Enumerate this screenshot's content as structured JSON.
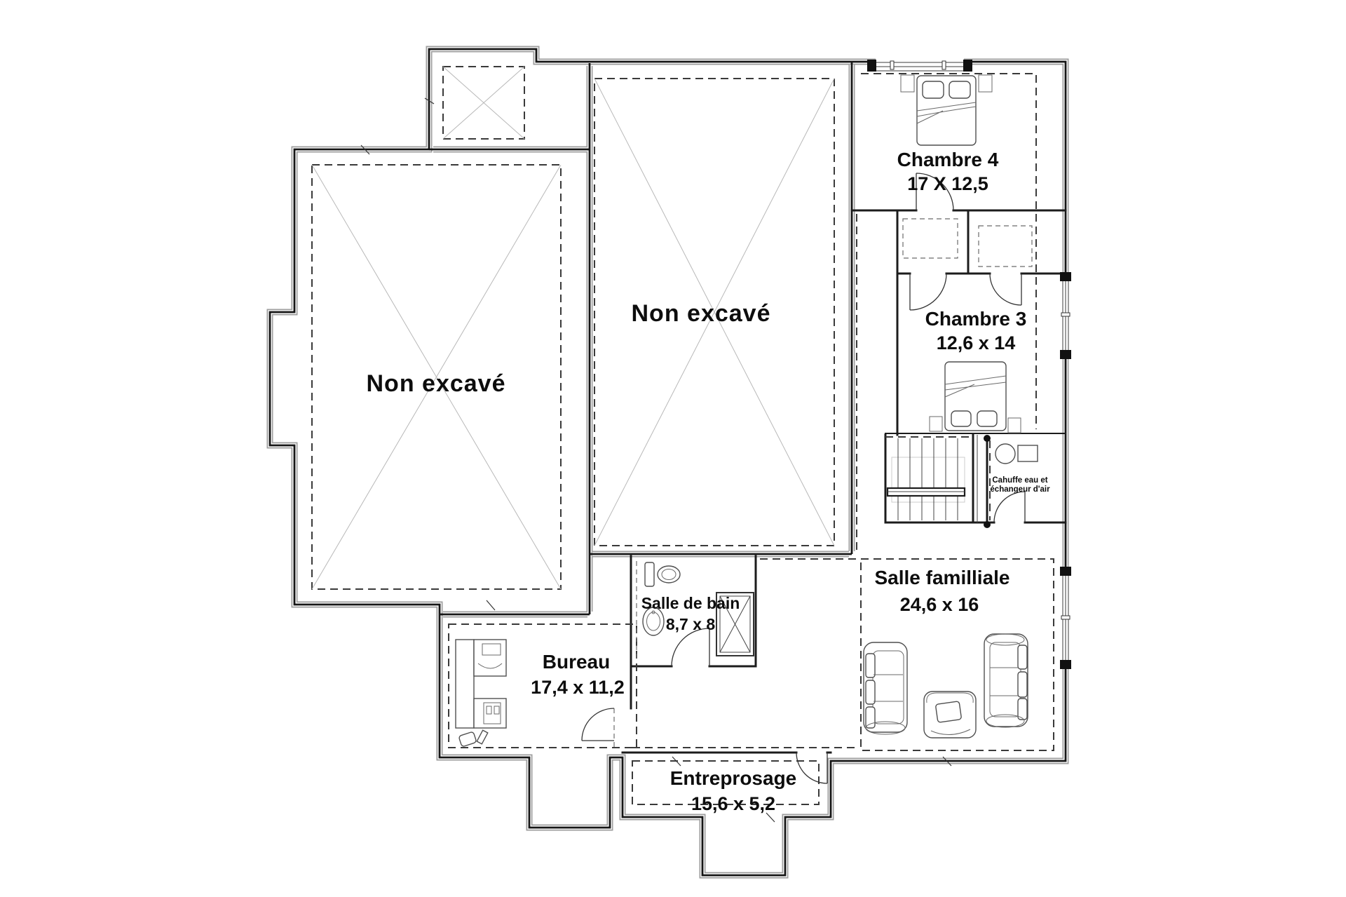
{
  "plan": {
    "colors": {
      "background": "#ffffff",
      "wall": "#1c1c1c",
      "dash": "#3a3a3a",
      "cross": "#b8b8b8",
      "footing": "#9e9e9e",
      "furniture": "#4f4f4f",
      "text": "#0d0d0d"
    },
    "areas": {
      "non_excave_left": {
        "label": "Non excavé"
      },
      "non_excave_middle": {
        "label": "Non excavé"
      },
      "chambre4": {
        "name": "Chambre 4",
        "dims": "17 X 12,5"
      },
      "chambre3": {
        "name": "Chambre 3",
        "dims": "12,6 x 14"
      },
      "salle_familliale": {
        "name": "Salle familliale",
        "dims": "24,6 x 16"
      },
      "salle_de_bain": {
        "name": "Salle de bain",
        "dims": "8,7 x 8"
      },
      "bureau": {
        "name": "Bureau",
        "dims": "17,4 x 11,2"
      },
      "entreprosage": {
        "name": "Entreprosage",
        "dims": "15,6 x 5,2"
      },
      "mechanical": {
        "line1": "Cahuffe eau et",
        "line2": "échangeur d'air"
      }
    }
  }
}
